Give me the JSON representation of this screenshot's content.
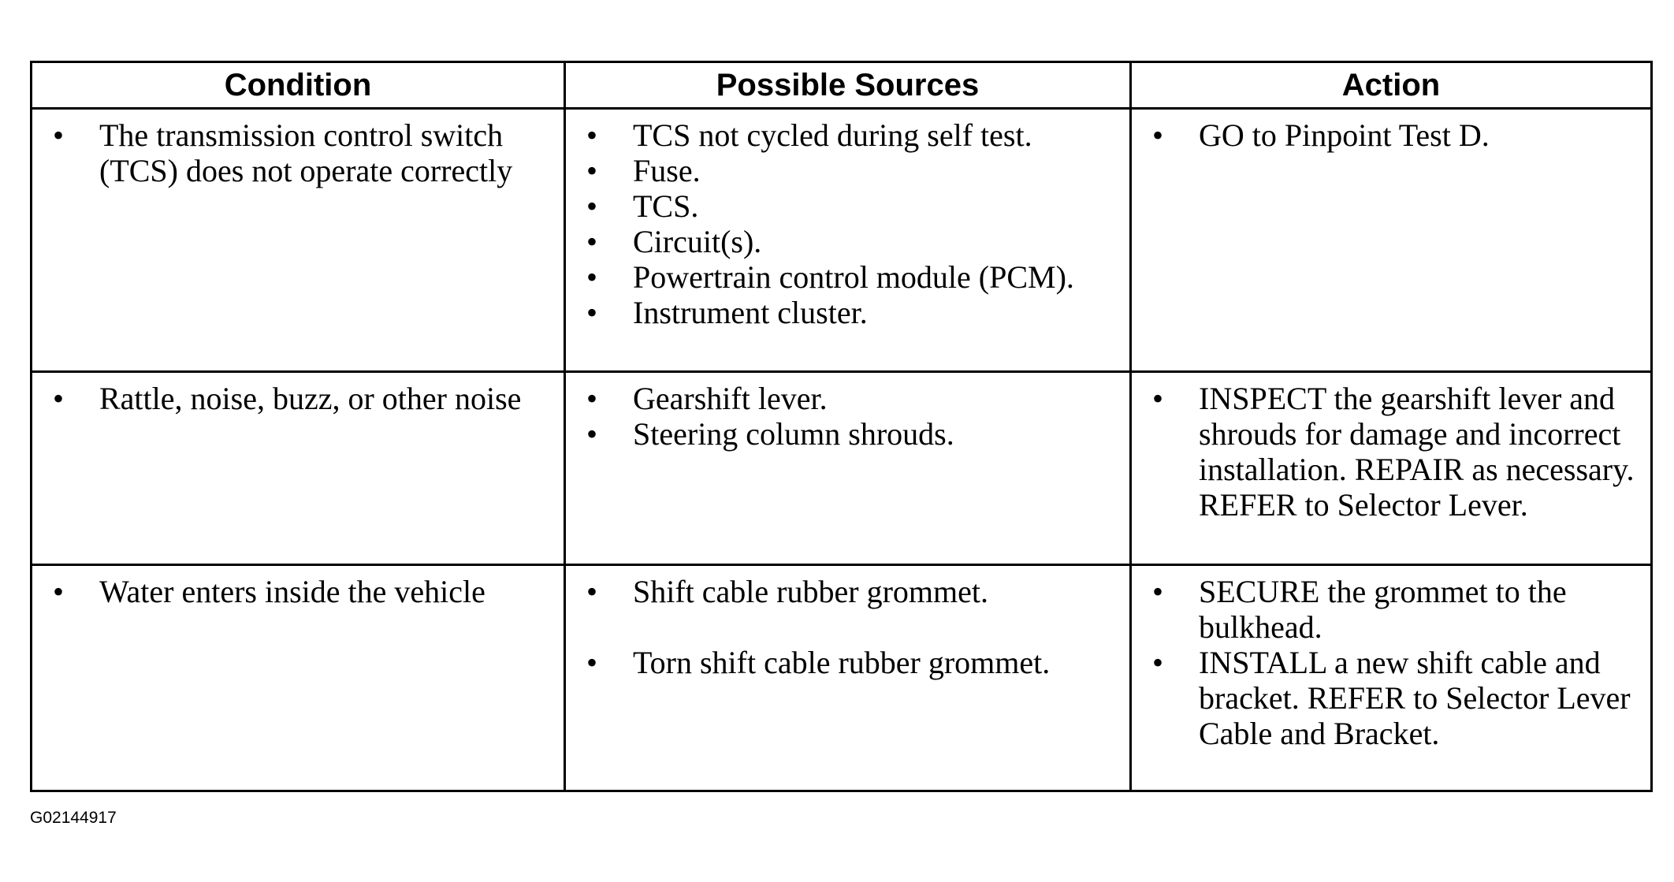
{
  "table": {
    "headers": {
      "condition": "Condition",
      "sources": "Possible Sources",
      "action": "Action"
    },
    "rows": [
      {
        "condition": [
          "The transmission control switch (TCS) does not operate correctly"
        ],
        "sources": [
          "TCS not cycled during self test.",
          "Fuse.",
          "TCS.",
          "Circuit(s).",
          "Powertrain control module (PCM).",
          "Instrument cluster."
        ],
        "action": [
          "GO to Pinpoint Test D."
        ]
      },
      {
        "condition": [
          "Rattle, noise, buzz, or other noise"
        ],
        "sources": [
          "Gearshift lever.",
          "Steering column shrouds."
        ],
        "action": [
          "INSPECT the gearshift lever and shrouds for damage and incorrect installation. REPAIR as necessary. REFER to Selector Lever."
        ]
      },
      {
        "condition": [
          "Water enters inside the vehicle"
        ],
        "sources": [
          "Shift cable rubber grommet.",
          "Torn shift cable rubber grommet."
        ],
        "action": [
          "SECURE the grommet to the bulkhead.",
          "INSTALL a new shift cable and bracket. REFER to Selector Lever Cable and Bracket."
        ]
      }
    ]
  },
  "bullet_symbol": "•",
  "figure_id": "G02144917"
}
